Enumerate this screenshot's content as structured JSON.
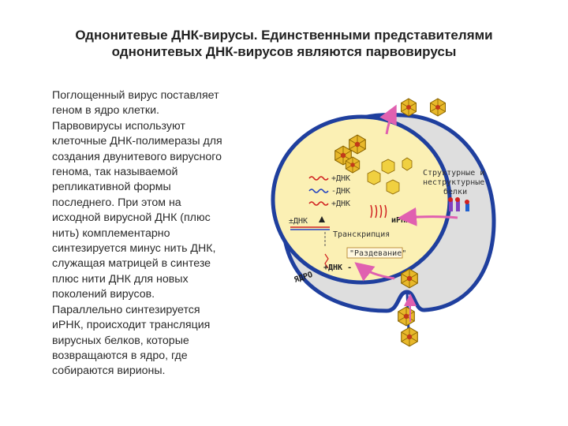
{
  "slide": {
    "title_lines": [
      "Однонитевые ДНК-вирусы. Единственными представителями",
      "однонитевых ДНК-вирусов являются парвовирусы"
    ],
    "body_lines": [
      "Поглощенный вирус поставляет",
      "геном в ядро клетки.",
      "Парвовирусы используют",
      "клеточные ДНК-полимеразы для",
      "создания двунитевого вирусного",
      "генома, так называемой",
      "репликативной формы",
      "последнего. При этом на",
      "исходной вирусной ДНК (плюс",
      "нить) комплементарно",
      "синтезируется минус нить ДНК,",
      "служащая матрицей в синтезе",
      "плюс нити ДНК для новых",
      "поколений вирусов.",
      "Параллельно синтезируется",
      "иРНК, происходит трансляция",
      "вирусных белков, которые",
      "возвращаются в ядро, где",
      "собираются вирионы."
    ]
  },
  "diagram": {
    "plus_dna_1": "+ДНК",
    "minus_dna": "-ДНК",
    "plus_dna_2": "+ДНК",
    "plus_minus": "±ДНК",
    "mrna": "иРНК",
    "transcription": "Транскрипция",
    "uncoating": "\"Раздевание\"",
    "plus_dna_3": "+ДНК -",
    "nucleus": "ЯДРО",
    "proteins_line1": "Структурные и",
    "proteins_line2": "неструктурные",
    "proteins_line3": "белки",
    "colors": {
      "membrane": "#1f3f9e",
      "nucleus_fill": "#fbf0b4",
      "cytoplasm": "#dedede",
      "virion": "#e8b82a",
      "arrow": "#e060b0"
    }
  }
}
